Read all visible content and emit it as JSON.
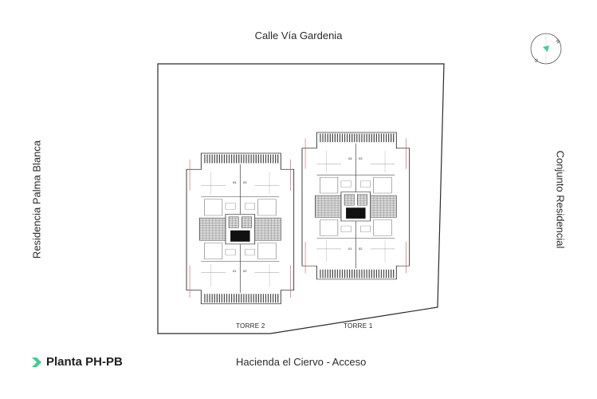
{
  "streets": {
    "north": "Calle Vía Gardenia",
    "south": "Hacienda el Ciervo - Acceso",
    "west": "Residencia Palma Blanca",
    "east": "Conjunto Residencial"
  },
  "compass": {
    "north_letter": "N",
    "south_letter": "S",
    "accent": "#3ecf8e"
  },
  "towers": [
    {
      "label": "TORRE 2",
      "units_top": [
        "04",
        "03"
      ],
      "units_bottom": [
        "01",
        "02"
      ]
    },
    {
      "label": "TORRE 1",
      "units_top": [
        "04",
        "03"
      ],
      "units_bottom": [
        "01",
        "02"
      ]
    }
  ],
  "plan_title": {
    "label": "Planta PH-PB",
    "icon": "chevron-arrow-icon",
    "accent": "#3ecf8e"
  },
  "colors": {
    "line": "#3a3a3a",
    "accent": "#3ecf8e"
  }
}
